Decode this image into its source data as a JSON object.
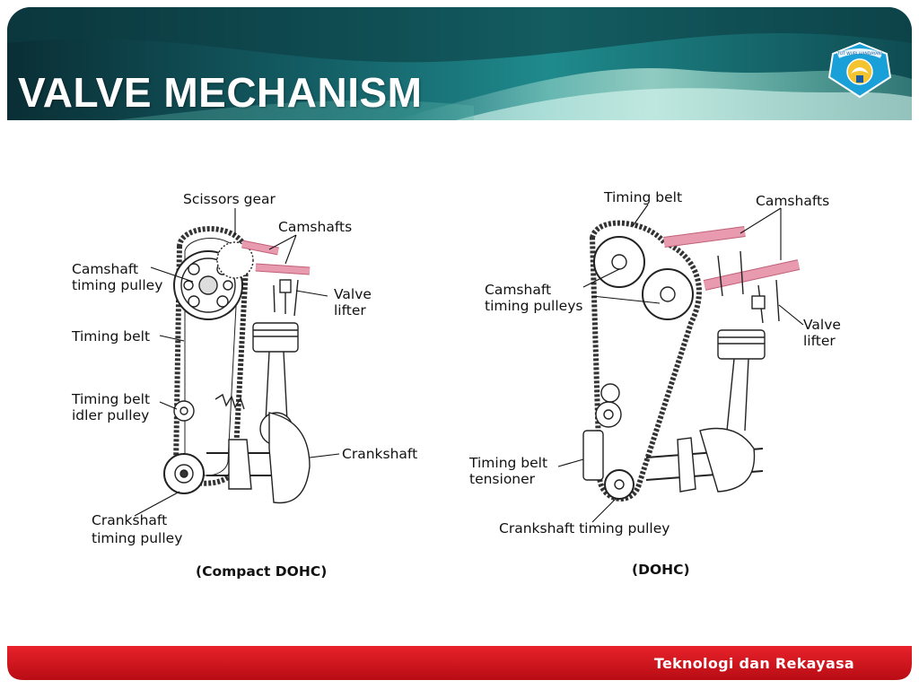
{
  "header": {
    "title": "VALVE MECHANISM",
    "logo_icon": "tut-wuri-handayani-emblem-icon",
    "logo_text": "TUT WURI HANDAYANI"
  },
  "diagram_left": {
    "labels": {
      "scissors_gear": "Scissors gear",
      "camshafts": "Camshafts",
      "camshaft_timing_pulley_1": "Camshaft",
      "camshaft_timing_pulley_2": "timing pulley",
      "valve_lifter_1": "Valve",
      "valve_lifter_2": "lifter",
      "timing_belt": "Timing belt",
      "idler_pulley_1": "Timing belt",
      "idler_pulley_2": "idler pulley",
      "crankshaft": "Crankshaft",
      "crankshaft_timing_pulley_1": "Crankshaft",
      "crankshaft_timing_pulley_2": "timing pulley"
    },
    "caption": "(Compact DOHC)"
  },
  "diagram_right": {
    "labels": {
      "timing_belt": "Timing belt",
      "camshafts": "Camshafts",
      "camshaft_timing_pulleys_1": "Camshaft",
      "camshaft_timing_pulleys_2": "timing pulleys",
      "valve_lifter_1": "Valve",
      "valve_lifter_2": "lifter",
      "tensioner_1": "Timing belt",
      "tensioner_2": "tensioner",
      "crankshaft_timing_pulley": "Crankshaft timing pulley"
    },
    "caption": "(DOHC)"
  },
  "footer": {
    "text": "Teknologi dan Rekayasa"
  },
  "colors": {
    "header_dark": "#0c3a40",
    "header_teal": "#1f8a8c",
    "header_light": "#9fe3d3",
    "camshaft_pink": "#e89aae",
    "footer_red": "#d4111a"
  }
}
